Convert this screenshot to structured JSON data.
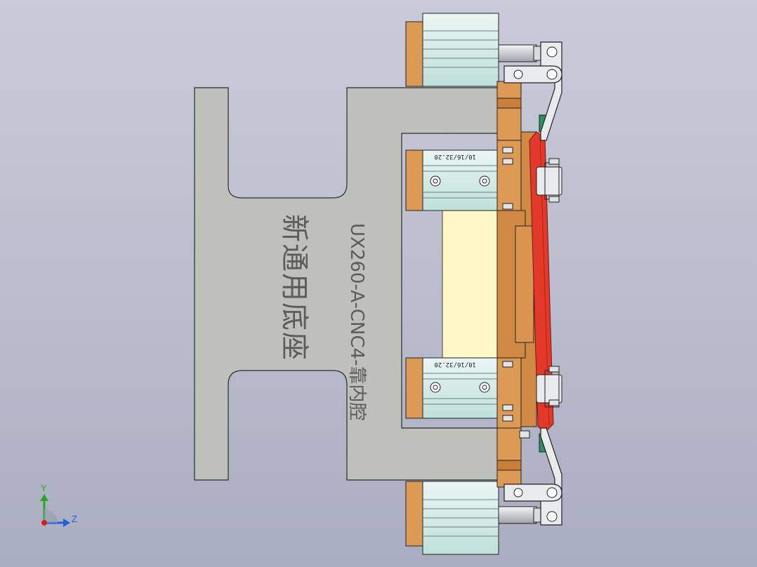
{
  "model": {
    "engraving": {
      "part_code": "UX260-A-CNC4-靠内腔",
      "part_name": "新通用底座"
    },
    "cylinder_label": "10/16/32.20"
  },
  "triad": {
    "y_label": "Y",
    "z_label": "Z"
  },
  "colors": {
    "background": "#c0c3d2",
    "base_plate": "#c0c0ba",
    "copper_block": "#dc9a54",
    "cylinder_body": "#cfe9e4",
    "cream_plate": "#fdf6c7",
    "red_pad": "#e23a2a",
    "green_pad": "#2f8f5a",
    "steel": "#dfe1e3"
  }
}
